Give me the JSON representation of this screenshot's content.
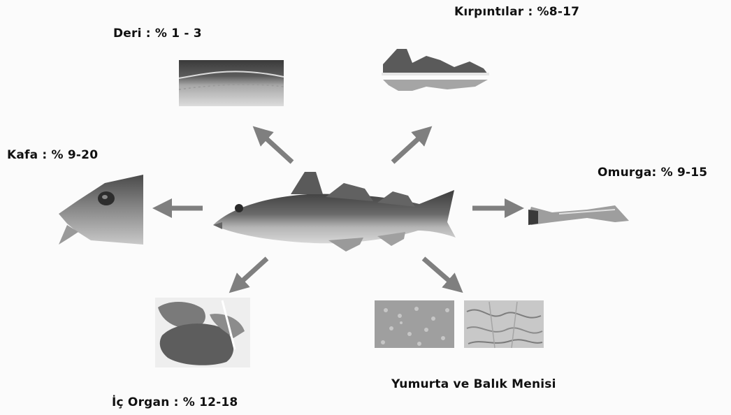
{
  "labels": {
    "skin": "Deri : % 1 - 3",
    "trimmings": "Kırpıntılar : %8-17",
    "head": "Kafa : % 9-20",
    "backbone": "Omurga: % 9-15",
    "viscera": "İç Organ : % 12-18",
    "roe_milt": "Yumurta ve Balık Menisi"
  },
  "colors": {
    "arrow": "#7f7f7f",
    "fish_dark": "#4a4a4a",
    "fish_light": "#b8b8b8",
    "text": "#111111"
  }
}
